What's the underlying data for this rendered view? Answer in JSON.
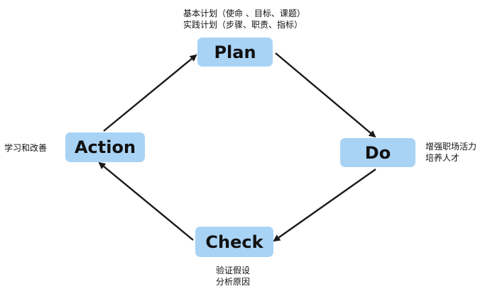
{
  "diagram": {
    "nodes": {
      "plan": {
        "label": "Plan"
      },
      "do": {
        "label": "Do"
      },
      "check": {
        "label": "Check"
      },
      "action": {
        "label": "Action"
      }
    },
    "notes": {
      "plan": [
        "基本计划（使命 、目标、课题）",
        "实践计划（步骤、职责、指标）"
      ],
      "do": [
        "增强职场活力",
        "培养人才"
      ],
      "check": [
        "验证假设",
        "分析原因"
      ],
      "action": [
        "学习和改善"
      ]
    },
    "colors": {
      "node_fill": "#a9d3f5",
      "arrow": "#1a1a1a",
      "text": "#111111"
    }
  }
}
